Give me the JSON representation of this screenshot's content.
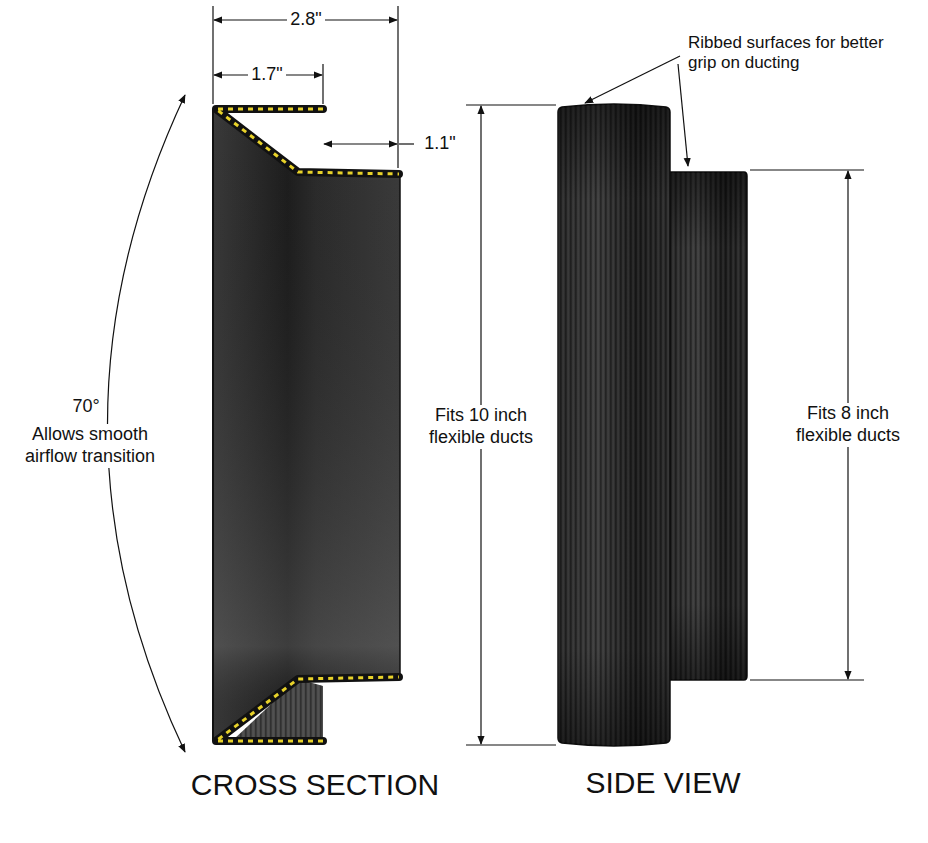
{
  "diagram": {
    "labels": [
      "2.8\"",
      "1.7\"",
      "1.1\"",
      "70°",
      "Allows smooth airflow transition",
      "Ribbed surfaces for better grip on ducting",
      "Fits 10 inch flexible ducts",
      "Fits 8 inch flexible ducts",
      "CROSS SECTION",
      "SIDE VIEW"
    ]
  }
}
